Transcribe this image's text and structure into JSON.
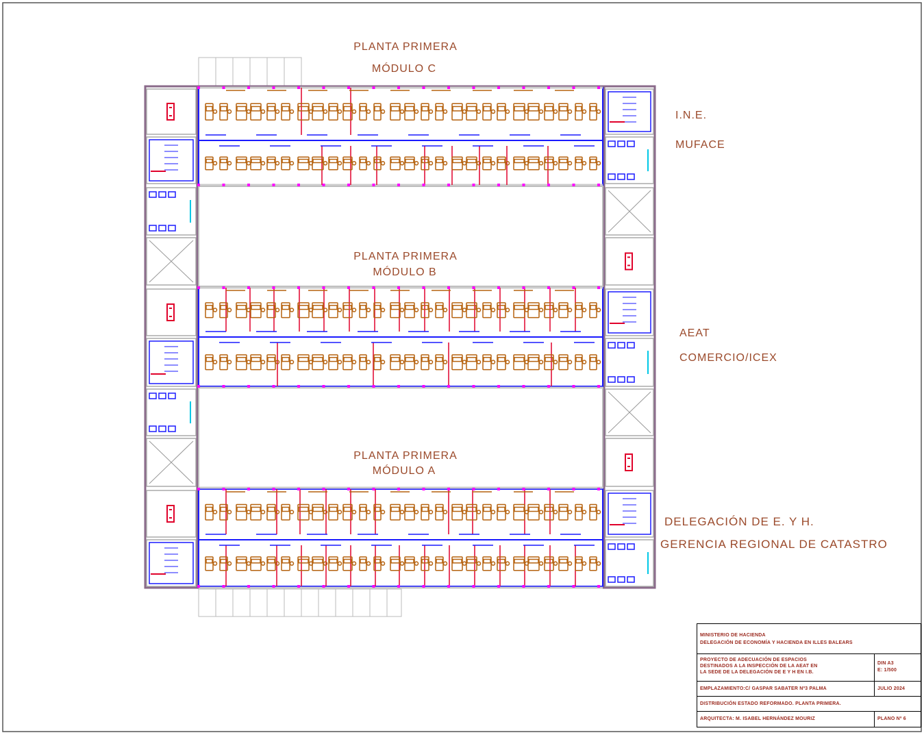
{
  "drawing": {
    "labels": {
      "module_c_floor": "PLANTA PRIMERA",
      "module_c_name": "MÓDULO C",
      "module_b_floor": "PLANTA PRIMERA",
      "module_b_name": "MÓDULO B",
      "module_a_floor": "PLANTA PRIMERA",
      "module_a_name": "MÓDULO A"
    },
    "tenants": {
      "ine": "I.N.E.",
      "muface": "MUFACE",
      "aeat": "AEAT",
      "comercio": "COMERCIO/ICEX",
      "delegacion": "DELEGACIÓN DE E. Y H.",
      "catastro": "GERENCIA REGIONAL DE CATASTRO"
    },
    "colors": {
      "wall": "#1a1aff",
      "partition": "#e0002a",
      "furniture": "#b5620f",
      "structure": "#8a6a8a",
      "magenta": "#ff00ff",
      "cyan": "#00c8e6",
      "label": "#9b4a2b"
    }
  },
  "title_block": {
    "ministry": "MINISTERIO DE HACIENDA",
    "delegation": "DELEGACIÓN DE ECONOMÍA Y HACIENDA EN ILLES BALEARS",
    "project_line1": "PROYECTO DE ADECUACIÓN DE ESPACIOS",
    "project_line2": "DESTINADOS A LA INSPECCIÓN DE LA AEAT EN",
    "project_line3": "LA SEDE DE LA DELEGACIÓN DE E Y H EN I.B.",
    "format": "DIN A3",
    "scale": "E: 1/500",
    "location": "EMPLAZAMIENTO:C/ GASPAR SABATER Nº3 PALMA",
    "date": "JULIO 2024",
    "content": "DISTRIBUCIÓN ESTADO REFORMADO. PLANTA PRIMERA.",
    "architect": "ARQUITECTA: M. ISABEL HERNÁNDEZ MOURIZ",
    "plan_number": "PLANO Nº 6"
  }
}
